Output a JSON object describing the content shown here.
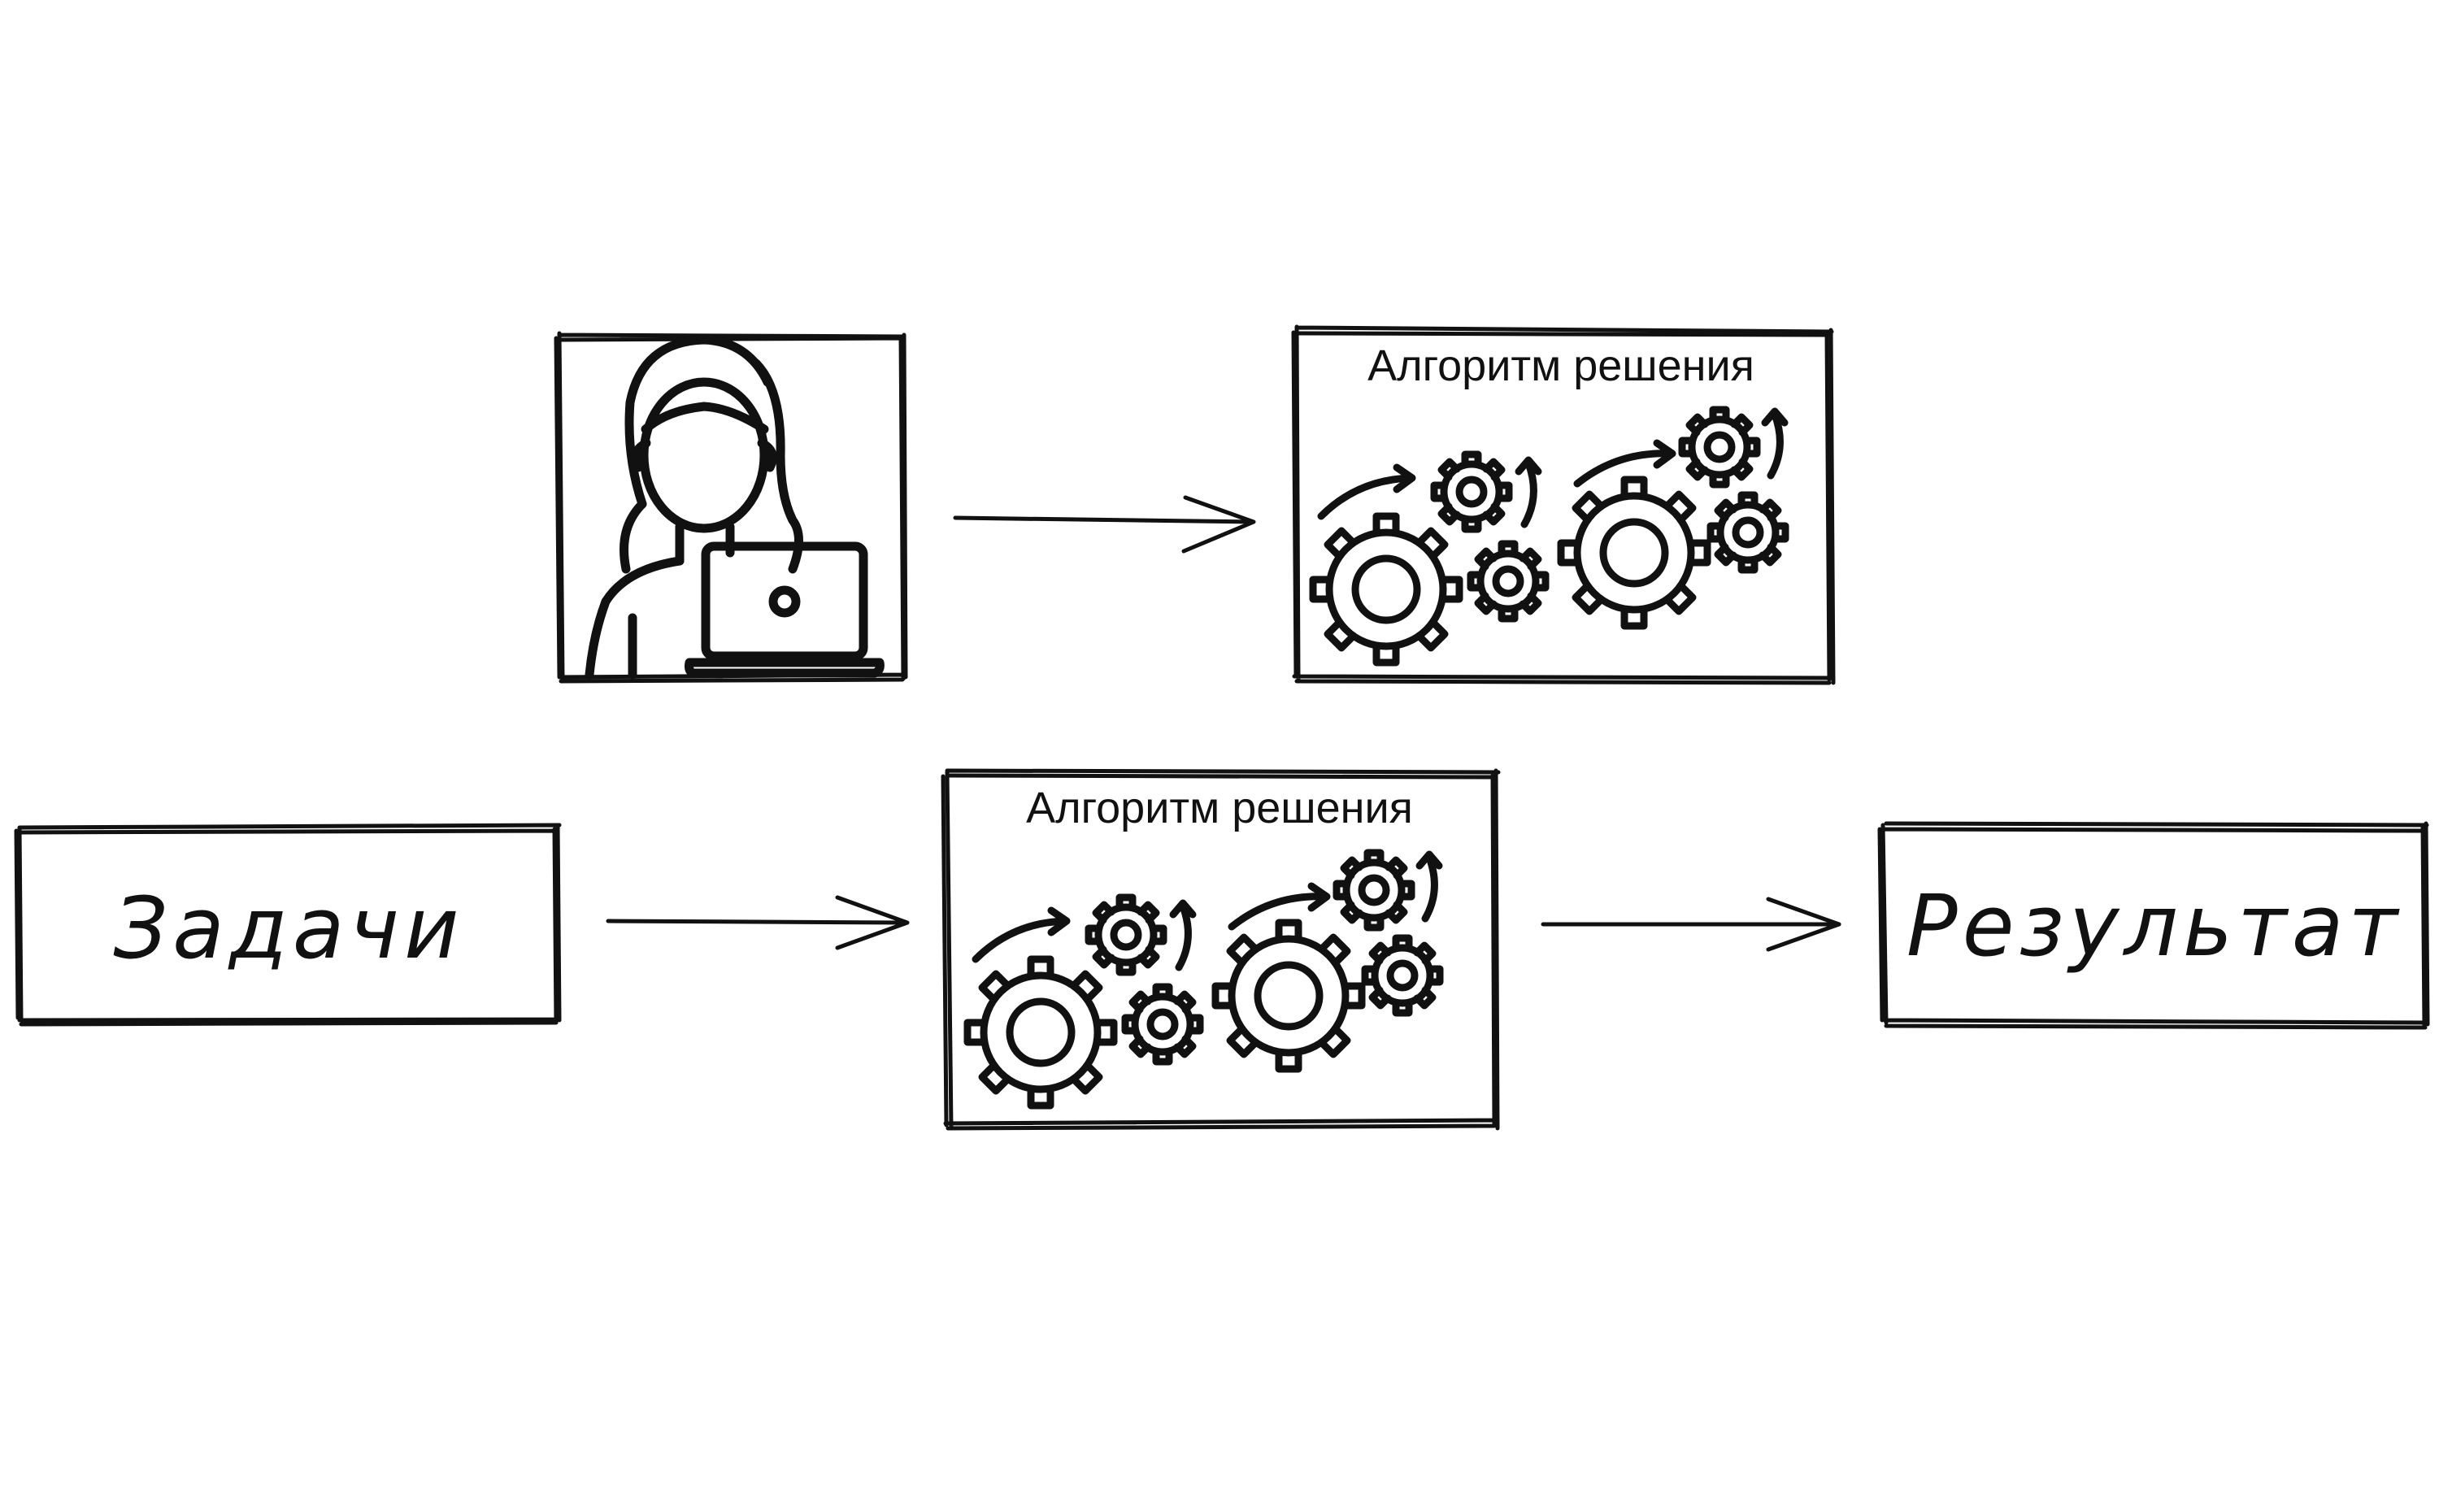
{
  "diagram": {
    "nodes": {
      "person": {
        "icon": "woman-with-laptop-icon"
      },
      "algorithm_top": {
        "label": "Алгоритм решения",
        "icon": "gears-icon"
      },
      "tasks": {
        "label": "Задачи"
      },
      "algorithm_bottom": {
        "label": "Алгоритм решения",
        "icon": "gears-icon"
      },
      "result": {
        "label": "Результат"
      }
    },
    "edges": [
      {
        "from": "person",
        "to": "algorithm_top"
      },
      {
        "from": "tasks",
        "to": "algorithm_bottom"
      },
      {
        "from": "algorithm_bottom",
        "to": "result"
      }
    ]
  }
}
